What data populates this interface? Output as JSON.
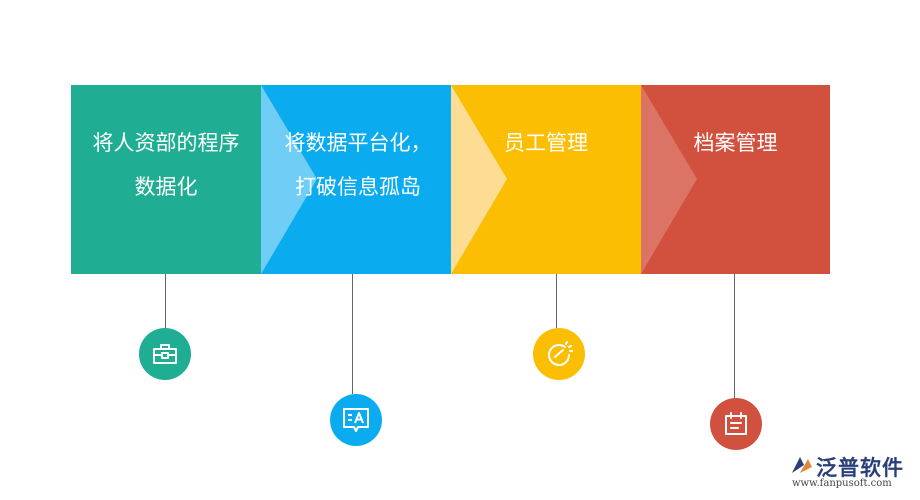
{
  "colors": {
    "green": "#1fae93",
    "blue": "#0aabef",
    "yellow": "#fcbe02",
    "red": "#d1503e"
  },
  "steps": [
    {
      "lines": [
        "将人资部的程序",
        "数据化"
      ],
      "icon": "toolbox-icon"
    },
    {
      "lines": [
        "将数据平台化，",
        "打破信息孤岛"
      ],
      "icon": "document-text-icon"
    },
    {
      "lines": [
        "员工管理"
      ],
      "icon": "gauge-icon"
    },
    {
      "lines": [
        "档案管理"
      ],
      "icon": "calendar-icon"
    }
  ],
  "logo": {
    "title": "泛普软件",
    "url": "www.fanpusoft.com"
  }
}
